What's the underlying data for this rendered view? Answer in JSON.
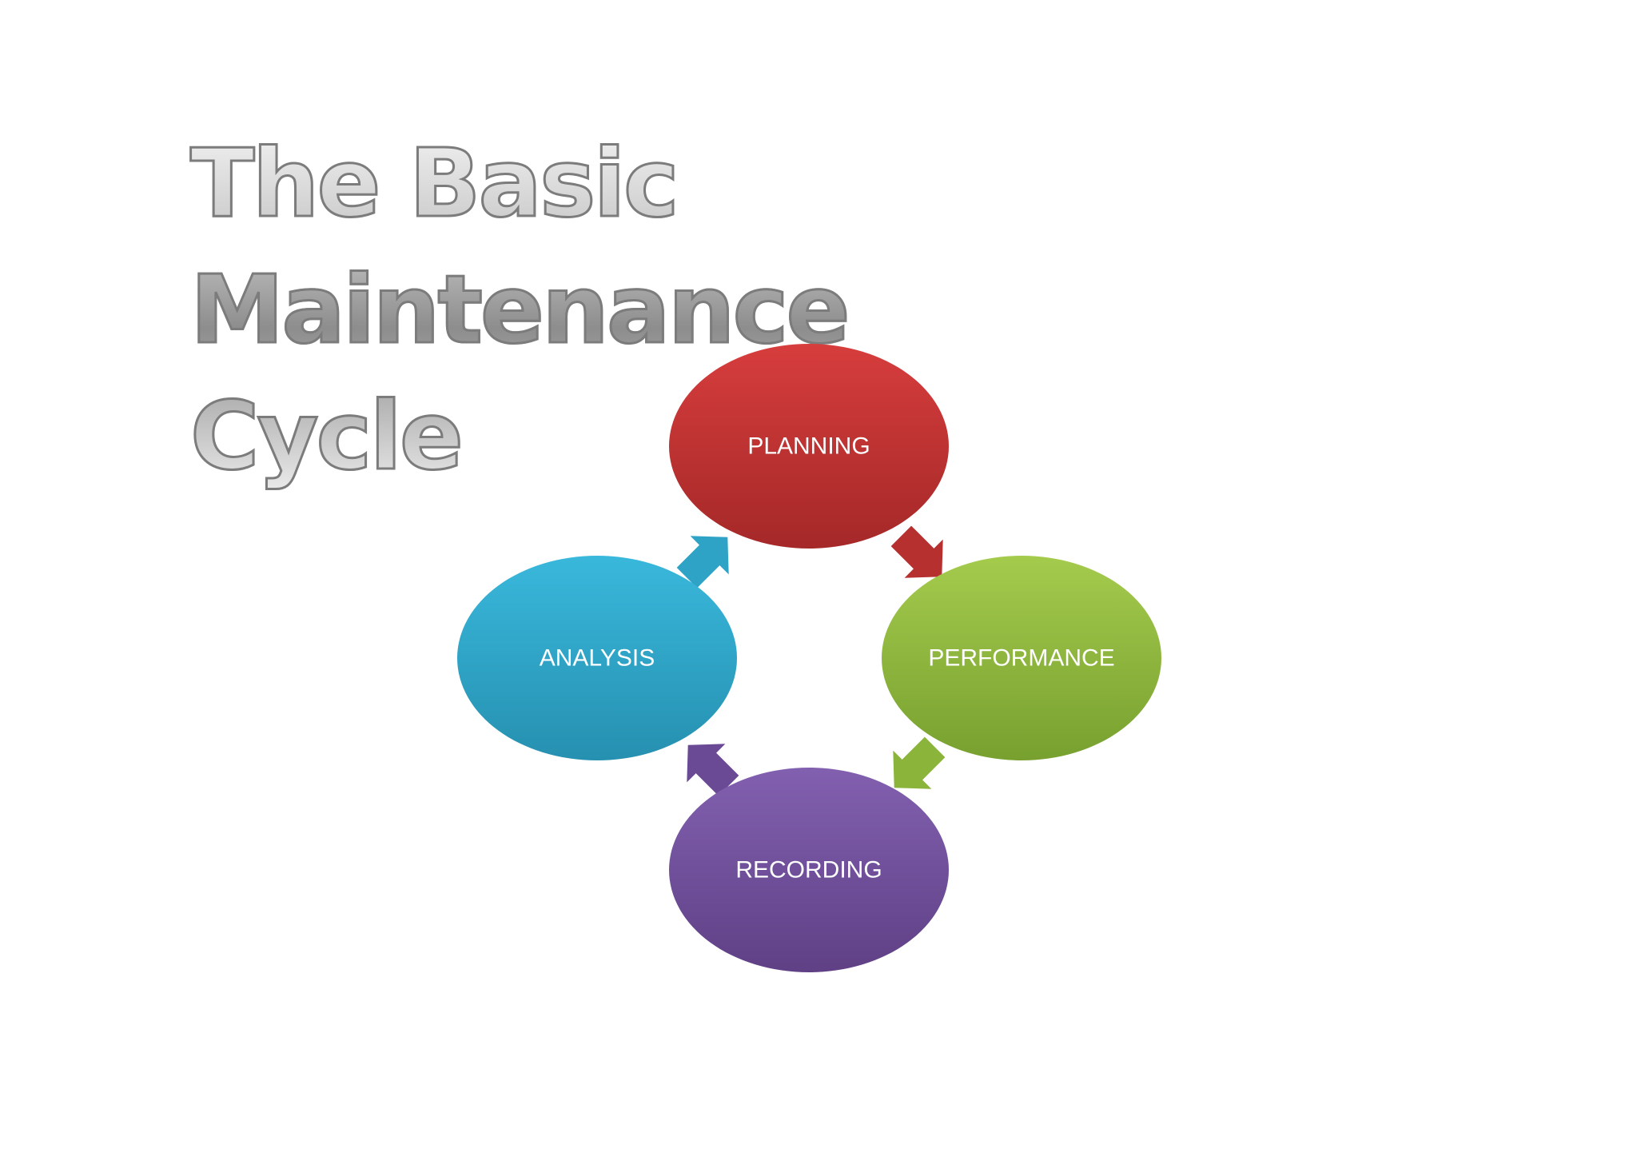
{
  "title": {
    "line1": "The Basic Maintenance",
    "line2": "Cycle"
  },
  "cycle": {
    "nodes": [
      {
        "id": "planning",
        "label": "PLANNING",
        "color": "#c73434"
      },
      {
        "id": "performance",
        "label": "PERFORMANCE",
        "color": "#92bb3c"
      },
      {
        "id": "recording",
        "label": "RECORDING",
        "color": "#6f4e98"
      },
      {
        "id": "analysis",
        "label": "ANALYSIS",
        "color": "#2fa6c9"
      }
    ],
    "arrows": [
      {
        "from": "planning",
        "to": "performance",
        "color": "#b73030"
      },
      {
        "from": "performance",
        "to": "recording",
        "color": "#8ab43a"
      },
      {
        "from": "recording",
        "to": "analysis",
        "color": "#6b4a95"
      },
      {
        "from": "analysis",
        "to": "planning",
        "color": "#2ea3c6"
      }
    ]
  }
}
